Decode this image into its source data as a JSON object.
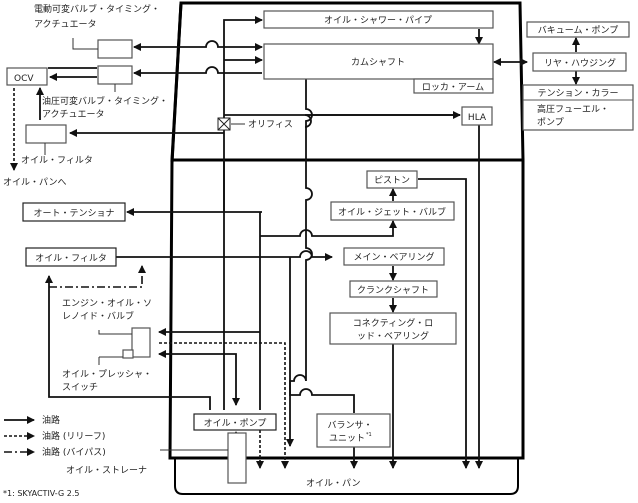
{
  "diagram": {
    "components": {
      "electric_vvt_actuator": "電動可変バルブ・タイミング・アクチュエータ",
      "electric_vvt_actuator_l1": "電動可変バルブ・タイミング・",
      "electric_vvt_actuator_l2": "アクチュエータ",
      "ocv": "OCV",
      "hydraulic_vvt_actuator_l1": "油圧可変バルブ・タイミング・",
      "hydraulic_vvt_actuator_l2": "アクチュエータ",
      "oil_filter_upper": "オイル・フィルタ",
      "to_oil_pan": "オイル・パンへ",
      "oil_shower_pipe": "オイル・シャワー・パイプ",
      "camshaft": "カムシャフト",
      "rocker_arm": "ロッカ・アーム",
      "orifice": "オリフィス",
      "hla": "HLA",
      "vacuum_pump": "バキューム・ポンプ",
      "rear_housing": "リヤ・ハウジング",
      "tension_collar": "テンション・カラー",
      "hp_fuel_pump_l1": "高圧フューエル・",
      "hp_fuel_pump_l2": "ポンプ",
      "piston": "ピストン",
      "oil_jet_valve": "オイル・ジェット・バルブ",
      "auto_tensioner": "オート・テンショナ",
      "oil_filter_lower": "オイル・フィルタ",
      "main_bearing": "メイン・ベアリング",
      "crankshaft": "クランクシャフト",
      "conrod_bearing_l1": "コネクティング・ロ",
      "conrod_bearing_l2": "ッド・ベアリング",
      "solenoid_valve_l1": "エンジン・オイル・ソ",
      "solenoid_valve_l2": "レノイド・バルブ",
      "pressure_switch_l1": "オイル・プレッシャ・",
      "pressure_switch_l2": "スイッチ",
      "oil_pump": "オイル・ポンプ",
      "balancer_unit_l1": "バランサ・",
      "balancer_unit_l2": "ユニット",
      "balancer_note_mark": "*1",
      "oil_strainer": "オイル・ストレーナ",
      "oil_pan": "オイル・パン"
    },
    "legend": [
      {
        "style": "solid",
        "label": "油路"
      },
      {
        "style": "dotted",
        "label": "油路 (リリーフ)"
      },
      {
        "style": "dash-dot",
        "label": "油路 (バイパス)"
      }
    ],
    "footnote": "*1: SKYACTIV-G 2.5"
  }
}
